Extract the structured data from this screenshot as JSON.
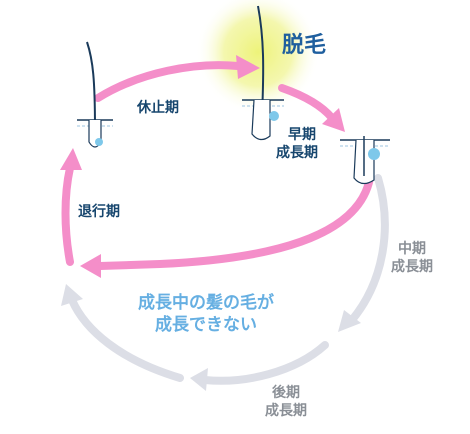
{
  "colors": {
    "active_arrow": "#f48ec9",
    "inactive_arrow": "#dcdee6",
    "highlight_glow": "#eef37a",
    "label_dark": "#17466e",
    "label_grey": "#8a8f96",
    "label_blue": "#66afe2",
    "title": "#1f5f9e"
  },
  "title": "脱毛",
  "stages": {
    "resting": "休止期",
    "catagen": "退行期",
    "early_anagen": [
      "早期",
      "成長期"
    ],
    "mid_anagen": [
      "中期",
      "成長期"
    ],
    "late_anagen": [
      "後期",
      "成長期"
    ]
  },
  "message": [
    "成長中の髪の毛が",
    "成長できない"
  ],
  "icons": [
    "hair-follicle-icon"
  ]
}
